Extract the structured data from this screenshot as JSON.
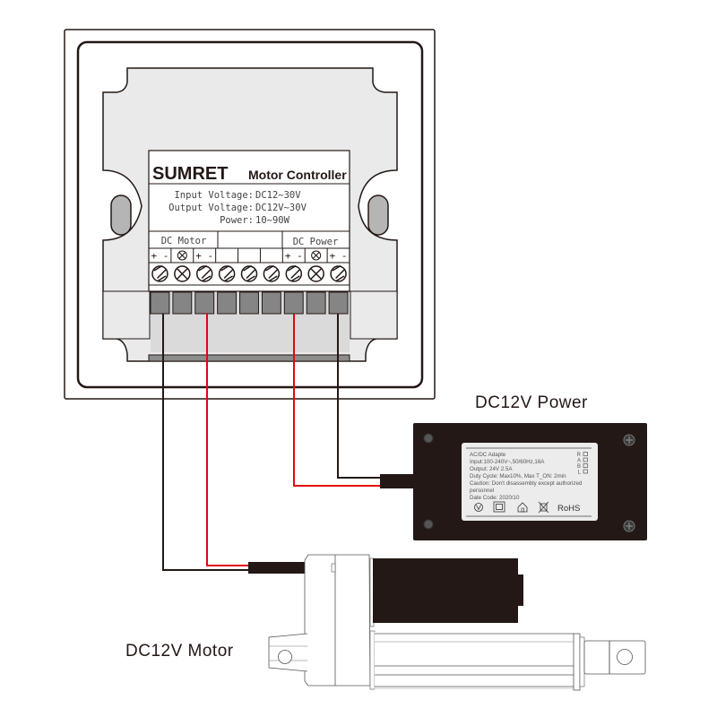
{
  "controller": {
    "brand": "SUMRET",
    "product": "Motor Controller",
    "specs": [
      {
        "label": "Input Voltage:",
        "value": "DC12~30V"
      },
      {
        "label": "Output Voltage:",
        "value": "DC12V~30V"
      },
      {
        "label": "Power:",
        "value": "10~90W"
      }
    ],
    "groups": {
      "motor": "DC Motor",
      "power": "DC Power"
    },
    "polarity": [
      "+ -",
      "+ -",
      "+ -",
      "+ -"
    ],
    "terminal_count": 9
  },
  "power_supply": {
    "title": "DC12V Power",
    "label_lines": [
      "AC/DC Adapte",
      "Input:100-240V~,50/60Hz,16A",
      "Output: 24V    2.5A",
      "Duty Cycle: Max10%, Max T_ON: 2min",
      "Caution: Don't disassembly except authorized",
      "personnel",
      "Date Code: 2020/10"
    ],
    "checkboxes": [
      "R",
      "A",
      "B",
      "L"
    ],
    "cert_marks": [
      "V-mark",
      "double-insulation",
      "indoor-use",
      "weee-bin",
      "RoHS"
    ],
    "rohs": "RoHS"
  },
  "motor": {
    "title": "DC12V Motor"
  },
  "wires": {
    "colors": {
      "positive": "#e30613",
      "negative": "#231815"
    }
  }
}
